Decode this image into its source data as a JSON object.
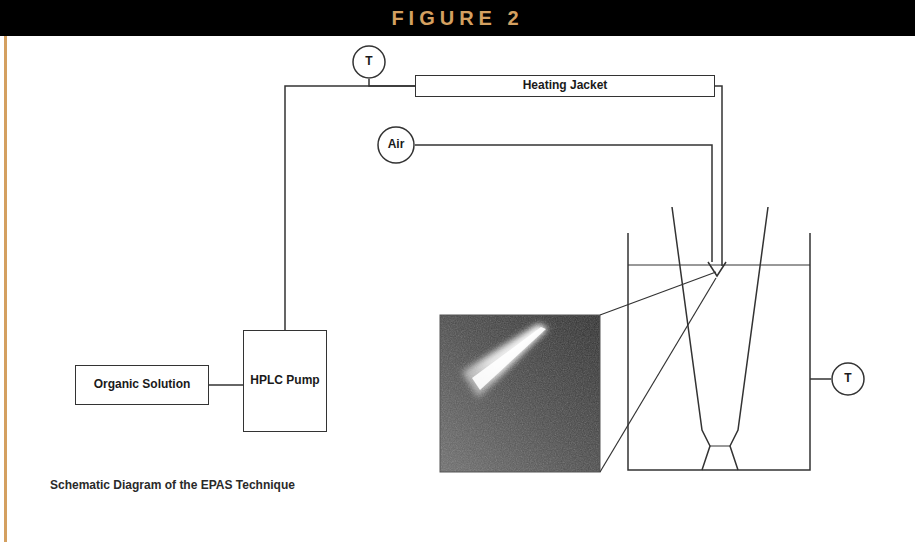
{
  "diagram": {
    "title": "FIGURE 2",
    "caption": "Schematic Diagram of the EPAS Technique",
    "nodes": [
      {
        "text": [
          "T"
        ]
      },
      {
        "text": [
          "Heating Jacket"
        ]
      },
      {
        "text": [
          "Air"
        ]
      },
      {
        "text": [
          "Organic Solution"
        ]
      },
      {
        "text": [
          "HPLC Pump"
        ]
      },
      {
        "text": [
          "T"
        ]
      }
    ],
    "edges": [
      {
        "from": 3,
        "to": 4,
        "arrow": "none"
      },
      {
        "from": 4,
        "to": 1,
        "arrow": "none"
      },
      {
        "from": 0,
        "to": 1,
        "arrow": "none"
      }
    ]
  }
}
